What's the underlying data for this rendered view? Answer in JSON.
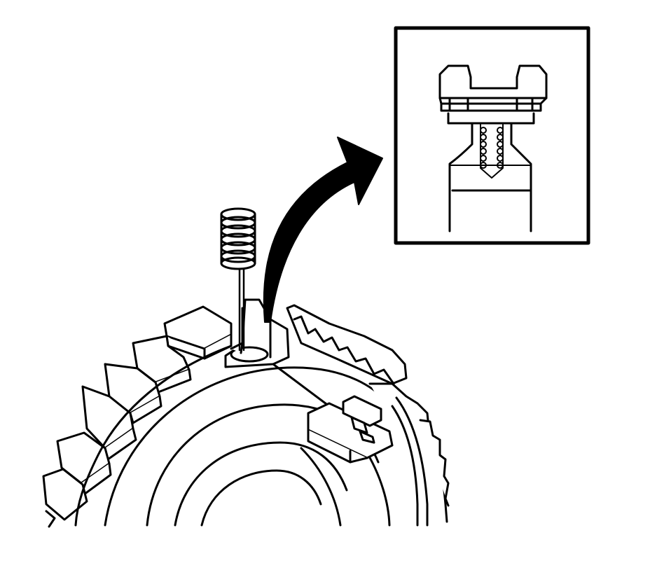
{
  "figure": {
    "description_visible_text": "",
    "stroke_color": "#000000",
    "fill_color": "#ffffff",
    "arrow_color": "#000000"
  },
  "parts": {
    "main": "synchronizer-hub-assembly",
    "detail": "spring-and-strut-detail",
    "items": [
      "spring-icon",
      "strut-key-icon",
      "hub-ring",
      "gear-teeth",
      "detail-inset",
      "curved-arrow-icon"
    ]
  }
}
